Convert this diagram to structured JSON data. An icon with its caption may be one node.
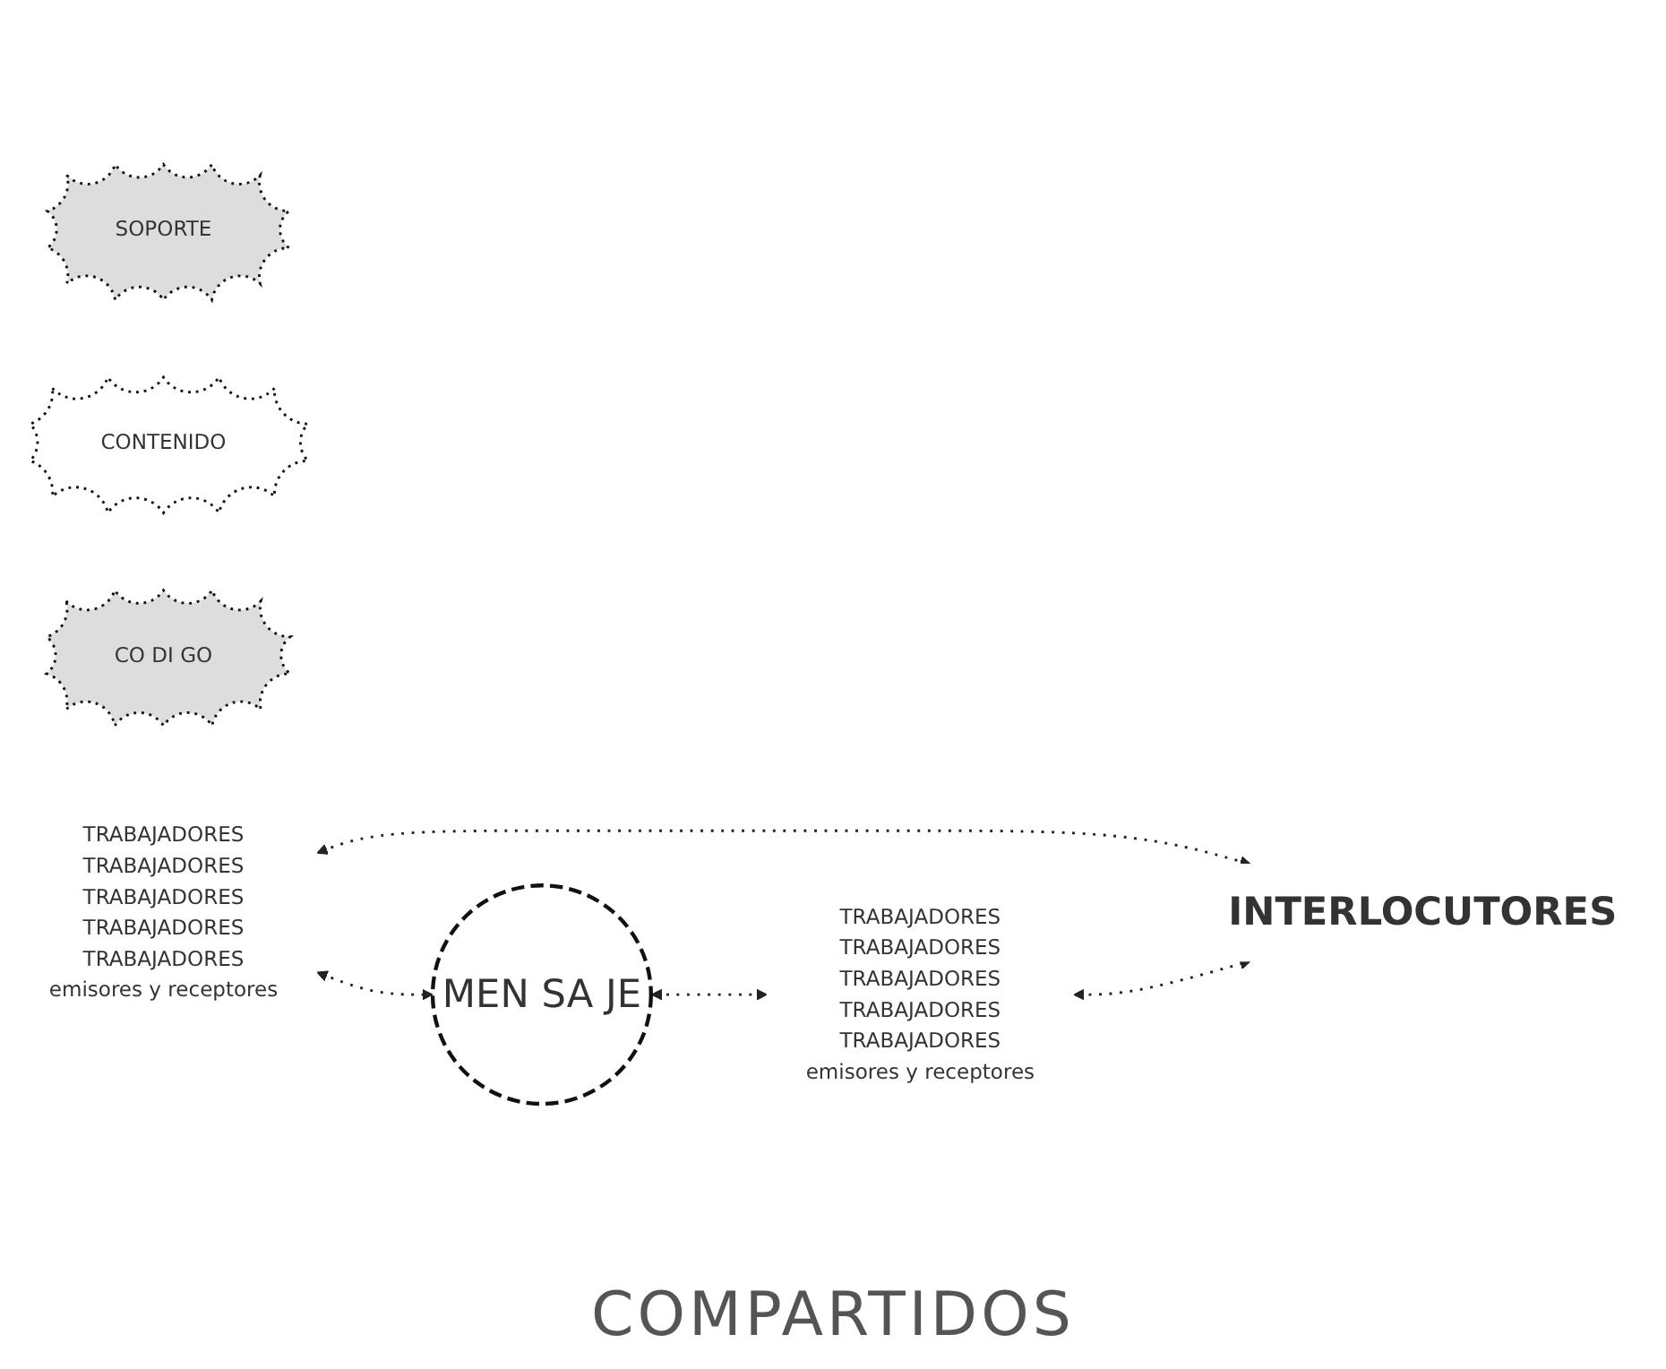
{
  "diagram": {
    "nodes": [
      {
        "text": [
          "MEN SA JE"
        ]
      },
      {
        "text": [
          "SOPORTE"
        ]
      },
      {
        "text": [
          "CONTENIDO"
        ]
      },
      {
        "text": [
          "CO DI GO"
        ]
      },
      {
        "text": [
          "TRABAJADORES",
          "TRABAJADORES",
          "TRABAJADORES",
          "TRABAJADORES",
          "TRABAJADORES",
          "emisores y receptores"
        ]
      },
      {
        "text": [
          "TRABAJADORES",
          "TRABAJADORES",
          "TRABAJADORES",
          "TRABAJADORES",
          "TRABAJADORES",
          "emisores y receptores"
        ]
      },
      {
        "text": [
          "INTERLOCUTORES"
        ]
      }
    ],
    "edges": [
      {
        "from": 4,
        "to": 0,
        "arrow": "both",
        "style": "dashed"
      },
      {
        "from": 0,
        "to": 5,
        "arrow": "both",
        "style": "dashed"
      },
      {
        "from": 4,
        "to": 6,
        "arrow": "both",
        "style": "dashed"
      },
      {
        "from": 5,
        "to": 6,
        "arrow": "both",
        "style": "dashed"
      }
    ],
    "labels": [
      "COMPARTIDOS"
    ]
  }
}
